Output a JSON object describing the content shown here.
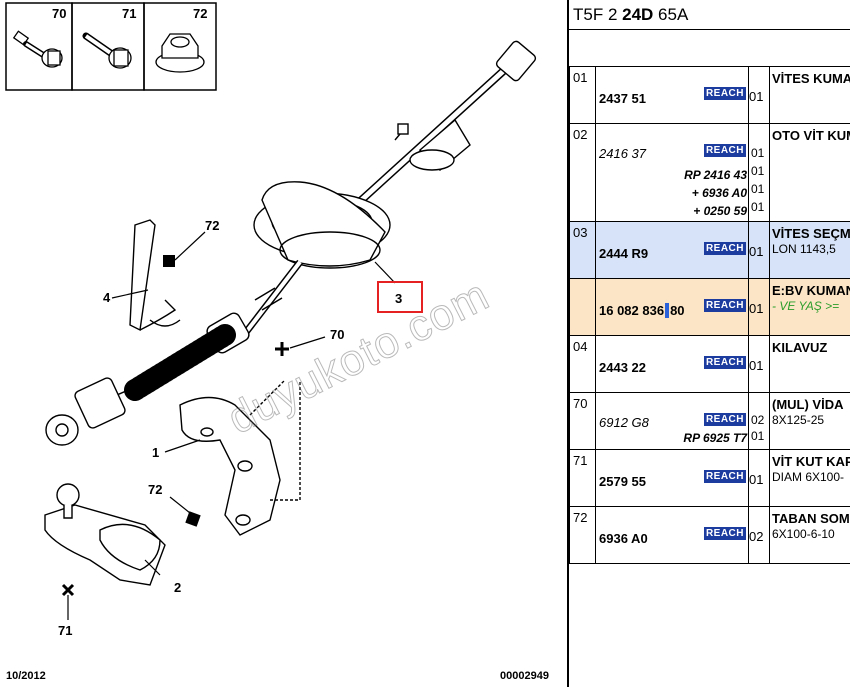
{
  "diagram": {
    "thumbnails": [
      {
        "label": "70",
        "icon": "bolt-icon"
      },
      {
        "label": "71",
        "icon": "screw-icon"
      },
      {
        "label": "72",
        "icon": "nut-icon"
      }
    ],
    "callouts": {
      "c72a": "72",
      "c4": "4",
      "c3": "3",
      "c70": "70",
      "c1": "1",
      "c72b": "72",
      "c2": "2",
      "c71": "71"
    },
    "footer_left": "10/2012",
    "footer_right": "00002949"
  },
  "watermark": "duyukoto.com",
  "parts_panel": {
    "ref_prefix": "T5F 2 ",
    "ref_bold": "24D",
    "ref_suffix": " 65A",
    "rows": [
      {
        "num": "01",
        "part": "2437 51",
        "part_style": "bold",
        "reach": "REACH",
        "qty": "01",
        "desc": "VİTES KUMANDA",
        "desc2": "",
        "subs": [],
        "highlight": ""
      },
      {
        "num": "02",
        "part": "2416 37",
        "part_style": "italic",
        "reach": "REACH",
        "qty": "01",
        "desc": "OTO VİT KUMANDA",
        "desc2": "",
        "subs": [
          {
            "text": "RP 2416 43",
            "qty": "01"
          },
          {
            "text": "+ 6936 A0",
            "qty": "01"
          },
          {
            "text": "+ 0250 59",
            "qty": "01"
          }
        ],
        "highlight": ""
      },
      {
        "num": "03",
        "part": "2444 R9",
        "part_style": "bold",
        "reach": "REACH",
        "qty": "01",
        "desc": "VİTES SEÇME",
        "desc2": "LON 1143,5",
        "subs": [],
        "highlight": "blue"
      },
      {
        "num": "",
        "part_a": "16 082 836",
        "part_b": "80",
        "part_style": "bold",
        "reach": "REACH",
        "qty": "01",
        "desc": "E:BV KUMANDA",
        "desc2": "- VE YAŞ >=",
        "subs": [],
        "highlight": "orange"
      },
      {
        "num": "04",
        "part": "2443 22",
        "part_style": "bold",
        "reach": "REACH",
        "qty": "01",
        "desc": "KILAVUZ",
        "desc2": "",
        "subs": [],
        "highlight": ""
      },
      {
        "num": "70",
        "part": "6912 G8",
        "part_style": "italic",
        "reach": "REACH",
        "qty": "02",
        "desc": "(MUL) VİDA",
        "desc2": "8X125-25",
        "subs": [
          {
            "text": "RP 6925 T7",
            "qty": "01"
          }
        ],
        "highlight": ""
      },
      {
        "num": "71",
        "part": "2579 55",
        "part_style": "bold",
        "reach": "REACH",
        "qty": "01",
        "desc": "VİT KUT KAPAK",
        "desc2": "DIAM 6X100-",
        "subs": [],
        "highlight": ""
      },
      {
        "num": "72",
        "part": "6936 A0",
        "part_style": "bold",
        "reach": "REACH",
        "qty": "02",
        "desc": "TABAN SOMUN",
        "desc2": "6X100-6-10",
        "subs": [],
        "highlight": ""
      }
    ]
  }
}
